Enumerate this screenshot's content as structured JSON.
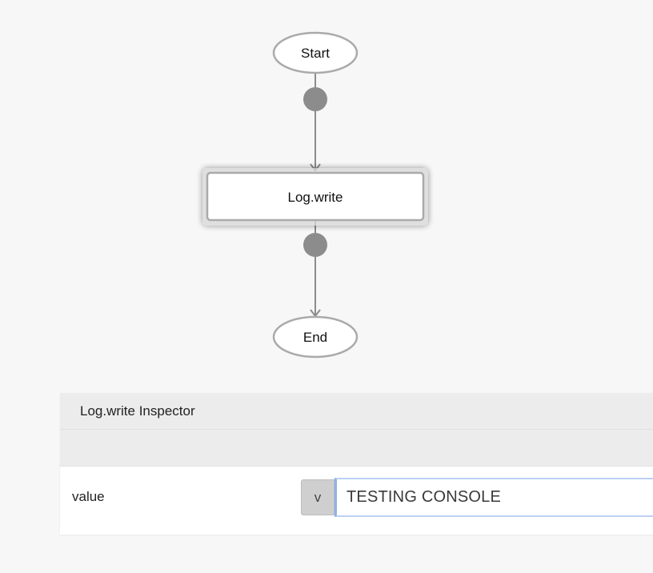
{
  "flow": {
    "nodes": {
      "start": {
        "label": "Start",
        "shape": "ellipse"
      },
      "log_write": {
        "label": "Log.write",
        "shape": "rect",
        "selected": true
      },
      "end": {
        "label": "End",
        "shape": "ellipse"
      }
    },
    "colors": {
      "connector": "#8c8c8c",
      "node_border": "#aaaaaa",
      "node_fill": "#ffffff"
    }
  },
  "inspector": {
    "title": "Log.write Inspector",
    "fields": [
      {
        "label": "value",
        "type_toggle": "v",
        "value": "TESTING CONSOLE",
        "focused": true
      }
    ]
  }
}
